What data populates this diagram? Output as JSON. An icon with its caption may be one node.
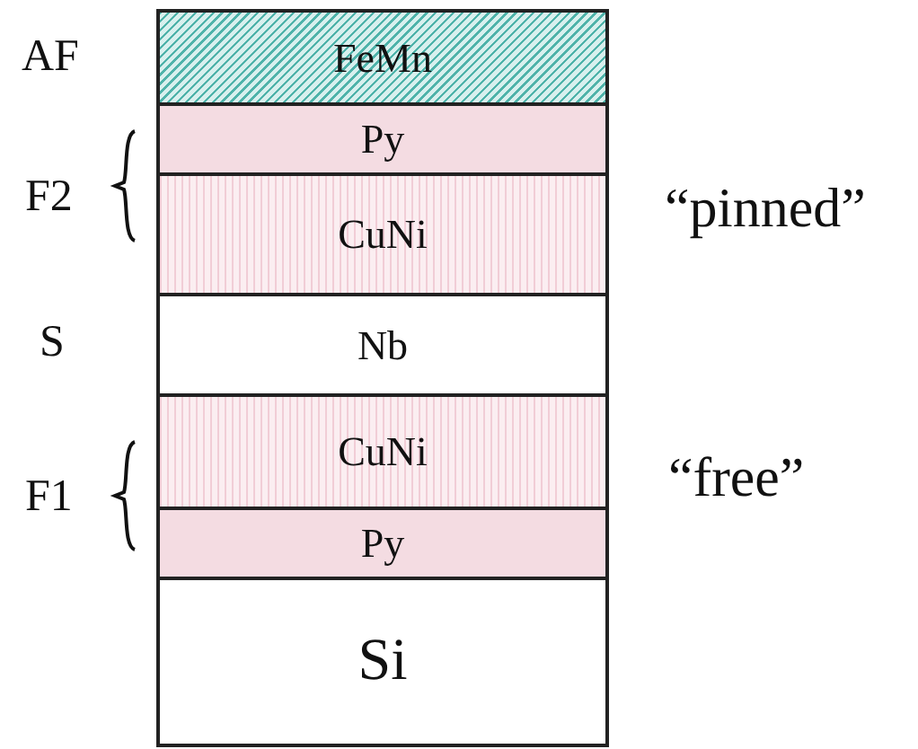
{
  "diagram": {
    "nodes": [
      {
        "text": [
          "FeMn"
        ]
      },
      {
        "text": [
          "Py"
        ]
      },
      {
        "text": [
          "CuNi"
        ]
      },
      {
        "text": [
          "Nb"
        ]
      },
      {
        "text": [
          "CuNi"
        ]
      },
      {
        "text": [
          "Py"
        ]
      },
      {
        "text": [
          "Si"
        ]
      }
    ],
    "labels": [
      "AF",
      "F2",
      "“pinned”",
      "S",
      "F1",
      "“free”"
    ]
  }
}
